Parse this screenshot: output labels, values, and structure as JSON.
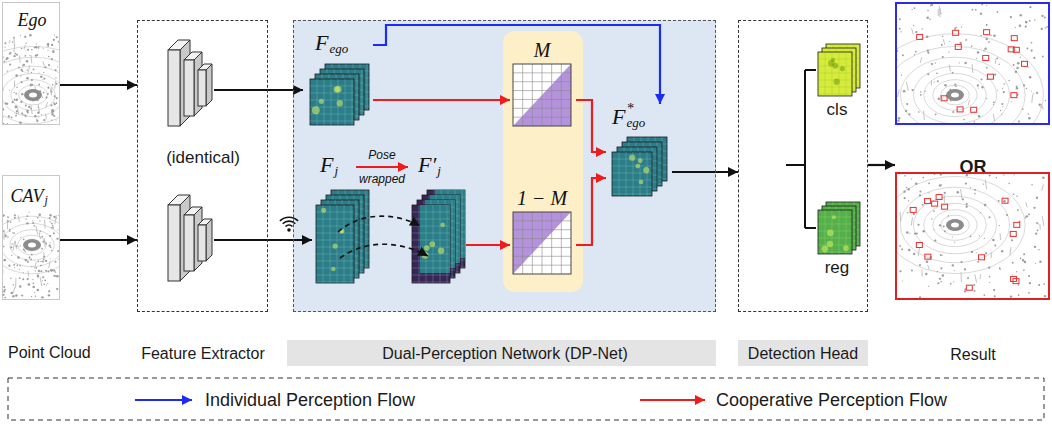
{
  "diagram": {
    "nodes": [
      {
        "text": [
          "Ego"
        ]
      },
      {
        "text": [
          "CAV",
          "j"
        ]
      },
      {
        "text": [
          "(identical)",
          "Feature Extractor"
        ]
      },
      {
        "text": [
          "Dual-Perception Network (DP-Net)"
        ]
      },
      {
        "text": [
          "F",
          "ego"
        ],
        "in": 3
      },
      {
        "text": [
          "F",
          "j"
        ],
        "in": 3
      },
      {
        "text": [
          "F′",
          "j"
        ],
        "in": 3
      },
      {
        "text": [
          "M"
        ],
        "in": 3
      },
      {
        "text": [
          "1 − M"
        ],
        "in": 3
      },
      {
        "text": [
          "F",
          "*",
          "ego"
        ],
        "in": 3
      },
      {
        "text": [
          "Detection Head"
        ]
      },
      {
        "text": [
          "cls"
        ],
        "in": 10
      },
      {
        "text": [
          "reg"
        ],
        "in": 10
      },
      {
        "text": [
          "OR"
        ]
      },
      {
        "text": [
          "Result"
        ]
      }
    ],
    "edges": [
      {
        "from": 0,
        "to": 2,
        "arrow": "to"
      },
      {
        "from": 1,
        "to": 2,
        "arrow": "to"
      },
      {
        "from": 2,
        "to": 4,
        "arrow": "to"
      },
      {
        "from": 2,
        "to": 5,
        "arrow": "to"
      },
      {
        "from": 5,
        "to": 6,
        "label": "Pose wrapped",
        "arrow": "to"
      },
      {
        "from": 4,
        "to": 7,
        "arrow": "to"
      },
      {
        "from": 6,
        "to": 8,
        "arrow": "to"
      },
      {
        "from": 7,
        "to": 9,
        "arrow": "to"
      },
      {
        "from": 8,
        "to": 9,
        "arrow": "to"
      },
      {
        "from": 4,
        "to": 9,
        "arrow": "to"
      },
      {
        "from": 9,
        "to": 10,
        "arrow": "to"
      },
      {
        "from": 10,
        "to": 13,
        "arrow": "to"
      }
    ],
    "labels": [
      "Point Cloud"
    ],
    "legend": [
      {
        "text": "Individual Perception Flow"
      },
      {
        "text": "Cooperative Perception Flow"
      }
    ]
  }
}
